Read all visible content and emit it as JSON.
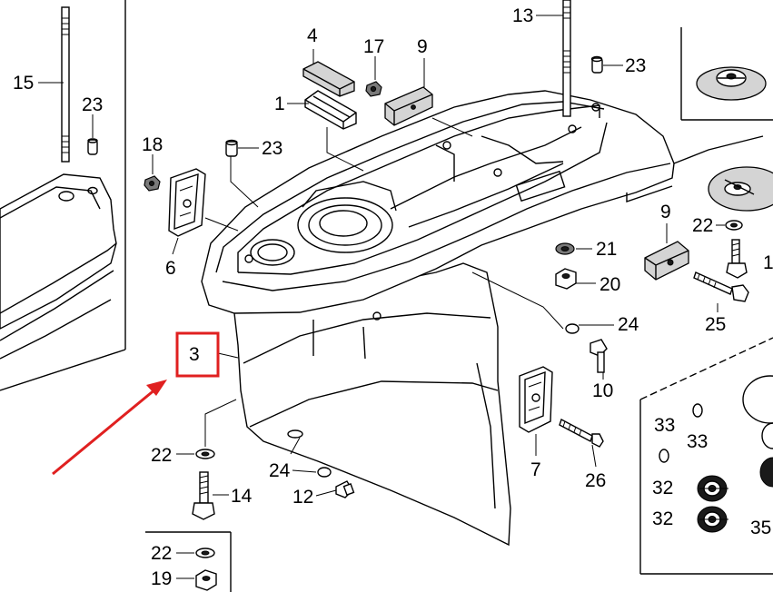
{
  "diagram": {
    "callouts": [
      {
        "id": "c15",
        "label": "15"
      },
      {
        "id": "c23a",
        "label": "23"
      },
      {
        "id": "c18",
        "label": "18"
      },
      {
        "id": "c6",
        "label": "6"
      },
      {
        "id": "c23b",
        "label": "23"
      },
      {
        "id": "c4",
        "label": "4"
      },
      {
        "id": "c17",
        "label": "17"
      },
      {
        "id": "c9a",
        "label": "9"
      },
      {
        "id": "c1",
        "label": "1"
      },
      {
        "id": "c13",
        "label": "13"
      },
      {
        "id": "c23c",
        "label": "23"
      },
      {
        "id": "c9b",
        "label": "9"
      },
      {
        "id": "c22a",
        "label": "22"
      },
      {
        "id": "c1b",
        "label": "1"
      },
      {
        "id": "c21",
        "label": "21"
      },
      {
        "id": "c20",
        "label": "20"
      },
      {
        "id": "c25",
        "label": "25"
      },
      {
        "id": "c24a",
        "label": "24"
      },
      {
        "id": "c10",
        "label": "10"
      },
      {
        "id": "c3",
        "label": "3"
      },
      {
        "id": "c33a",
        "label": "33"
      },
      {
        "id": "c33b",
        "label": "33"
      },
      {
        "id": "c7",
        "label": "7"
      },
      {
        "id": "c26",
        "label": "26"
      },
      {
        "id": "c32a",
        "label": "32"
      },
      {
        "id": "c32b",
        "label": "32"
      },
      {
        "id": "c35",
        "label": "35"
      },
      {
        "id": "c22b",
        "label": "22"
      },
      {
        "id": "c14",
        "label": "14"
      },
      {
        "id": "c24b",
        "label": "24"
      },
      {
        "id": "c12",
        "label": "12"
      },
      {
        "id": "c22c",
        "label": "22"
      },
      {
        "id": "c19",
        "label": "19"
      }
    ],
    "highlight": {
      "callout": "3",
      "color": "#e02020"
    },
    "arrow_color": "#e02020"
  }
}
